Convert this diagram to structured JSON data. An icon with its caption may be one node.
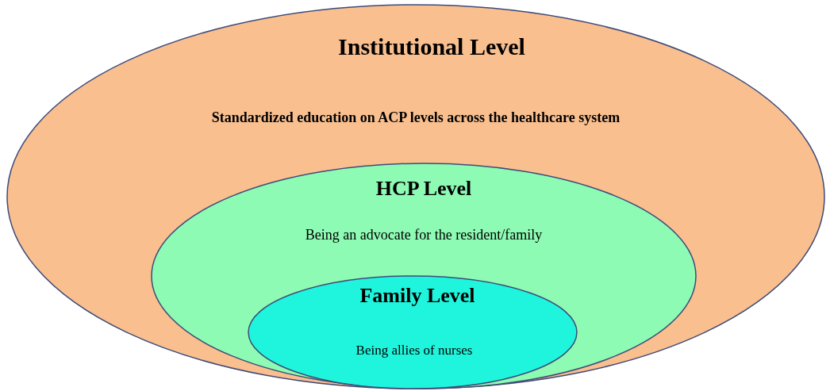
{
  "diagram": {
    "nodes": [
      {
        "text": [
          "Institutional Level",
          "Standardized education on ACP levels across the healthcare system"
        ]
      },
      {
        "text": [
          "HCP Level",
          "Being an advocate for the resident/family"
        ],
        "in": 0
      },
      {
        "text": [
          "Family Level",
          "Being allies of nurses"
        ],
        "in": 1
      }
    ]
  }
}
